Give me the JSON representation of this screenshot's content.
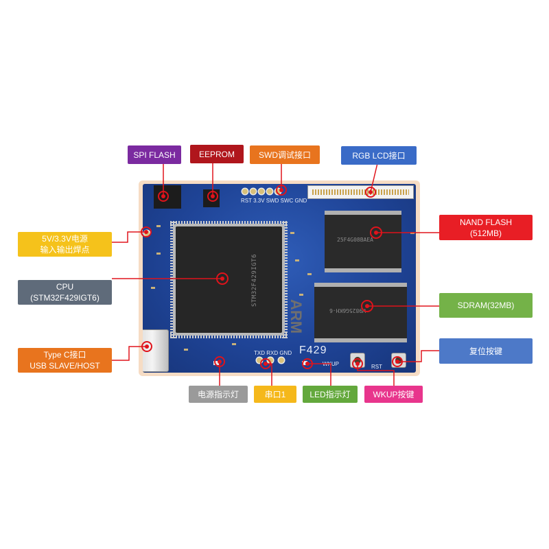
{
  "board": {
    "model_silk": "F429",
    "mcu_marking": "STM32F429IGT6",
    "mcu_logo": "ARM",
    "nand_marking": "25F4G08BAEA",
    "sdram_marking": "W9825G6KH-6",
    "silk_swd": "RST 3.3V SWD SWC GND",
    "silk_uart": "TXD RXD GND",
    "silk_wkup": "WKUP",
    "silk_rst": "RST"
  },
  "callouts": [
    {
      "id": "spi-flash",
      "line1": "SPI FLASH",
      "line2": "",
      "color": "#7b2aa0"
    },
    {
      "id": "eeprom",
      "line1": "EEPROM",
      "line2": "",
      "color": "#b0161c"
    },
    {
      "id": "swd",
      "line1": "SWD调试接口",
      "line2": "",
      "color": "#e8741e"
    },
    {
      "id": "rgb-lcd",
      "line1": "RGB LCD接口",
      "line2": "",
      "color": "#3a6bc7"
    },
    {
      "id": "power-pads",
      "line1": "5V/3.3V电源",
      "line2": "输入输出焊点",
      "color": "#f5c21b"
    },
    {
      "id": "cpu",
      "line1": "CPU",
      "line2": "(STM32F429IGT6)",
      "color": "#5f6b7a"
    },
    {
      "id": "type-c",
      "line1": "Type C接口",
      "line2": "USB SLAVE/HOST",
      "color": "#e8741e"
    },
    {
      "id": "nand-flash",
      "line1": "NAND FLASH",
      "line2": "(512MB)",
      "color": "#e81e25"
    },
    {
      "id": "sdram",
      "line1": "SDRAM(32MB)",
      "line2": "",
      "color": "#74b248"
    },
    {
      "id": "reset-key",
      "line1": "复位按键",
      "line2": "",
      "color": "#4d79c8"
    },
    {
      "id": "power-led",
      "line1": "电源指示灯",
      "line2": "",
      "color": "#9a9a9a"
    },
    {
      "id": "uart1",
      "line1": "串口1",
      "line2": "",
      "color": "#f5b81b"
    },
    {
      "id": "led",
      "line1": "LED指示灯",
      "line2": "",
      "color": "#63a83c"
    },
    {
      "id": "wkup-key",
      "line1": "WKUP按键",
      "line2": "",
      "color": "#e8358c"
    }
  ]
}
